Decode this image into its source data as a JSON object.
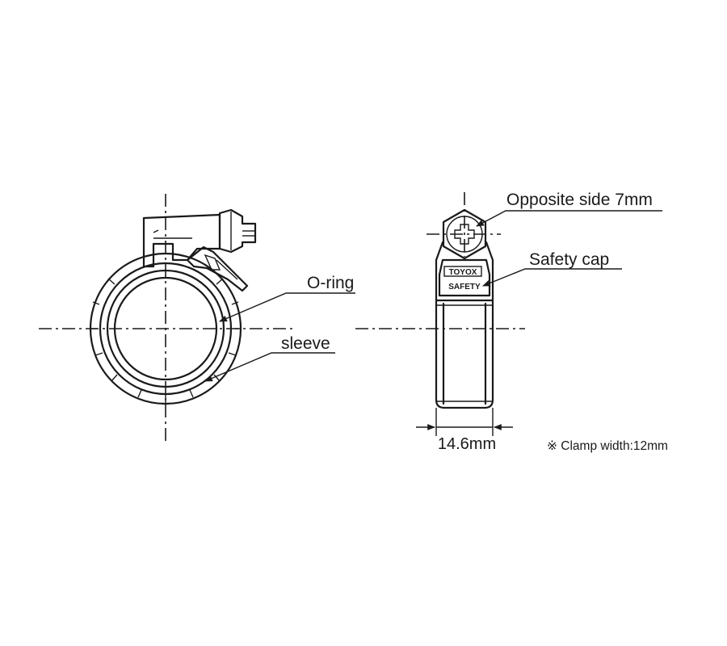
{
  "labels": {
    "opposite_side": "Opposite side 7mm",
    "safety_cap": "Safety cap",
    "o_ring": "O-ring",
    "sleeve": "sleeve",
    "width_dimension": "14.6mm",
    "clamp_width_note": "※ Clamp width:12mm",
    "cap_brand": "TOYOX",
    "cap_text": "SAFETY"
  }
}
